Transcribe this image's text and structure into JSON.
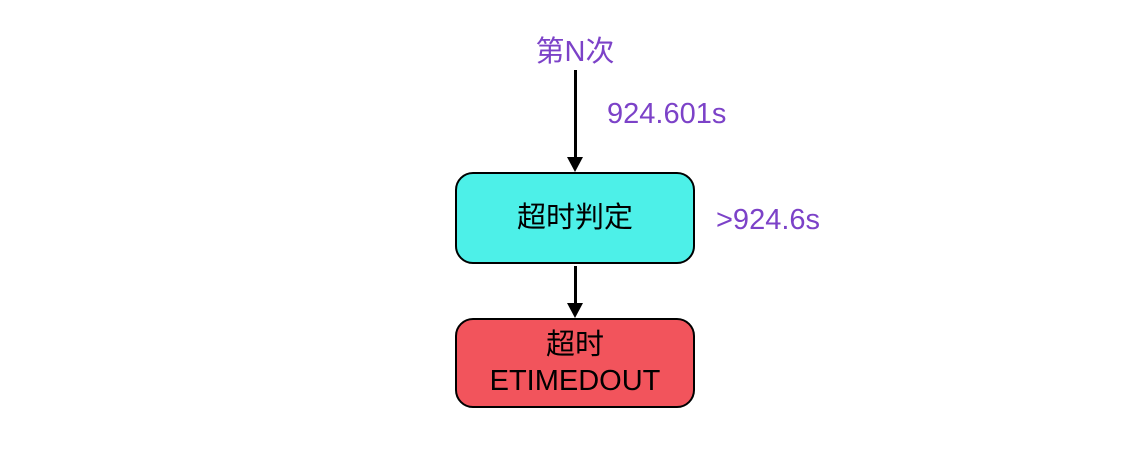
{
  "diagram": {
    "start": {
      "label": "第N次"
    },
    "edge1": {
      "label": "924.601s"
    },
    "check_node": {
      "label": "超时判定",
      "fill_color": "#4df0e8"
    },
    "annotation": {
      "label": ">924.6s"
    },
    "result_node": {
      "line1": "超时",
      "line2": "ETIMEDOUT",
      "fill_color": "#f2545c"
    },
    "colors": {
      "edge_label_purple": "#7c42c8",
      "border_black": "#000000",
      "background": "#ffffff"
    }
  }
}
